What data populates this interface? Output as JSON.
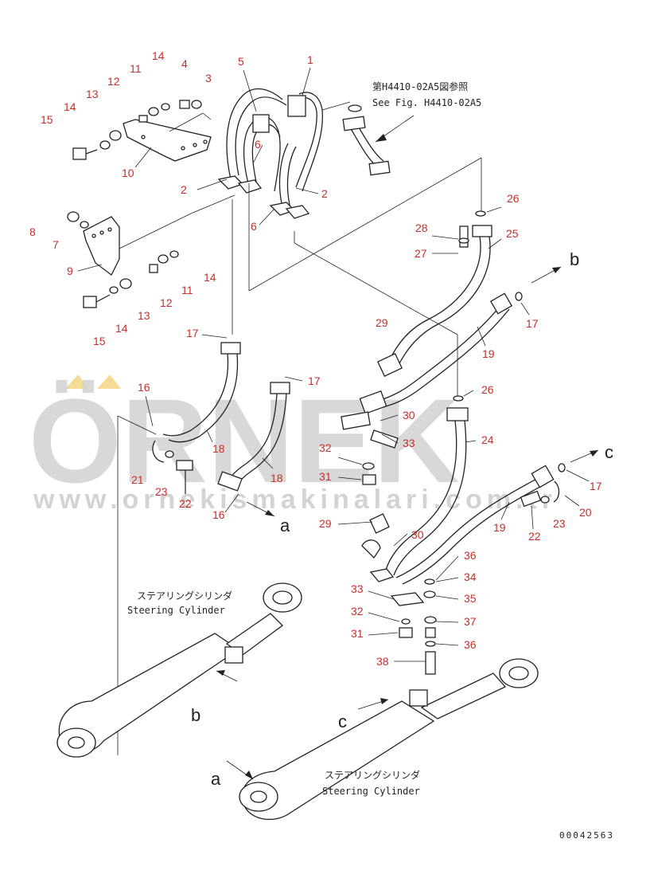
{
  "watermark": {
    "logo": "ÖRNEK",
    "url": "www.ornekismakinalari.com.tr"
  },
  "references": {
    "fig_ref_jp": "第H4410-02A5図参照",
    "fig_ref_en": "See Fig. H4410-02A5",
    "cyl1_jp": "ステアリングシリンダ",
    "cyl1_en": "Steering Cylinder",
    "cyl2_jp": "ステアリングシリンダ",
    "cyl2_en": "Steering Cylinder"
  },
  "arrow_letters": {
    "b_top": "b",
    "c_top": "c",
    "a_top": "a",
    "b_cyl": "b",
    "c_cyl": "c",
    "a_cyl": "a"
  },
  "drawing_number": "00042563",
  "part_numbers": [
    {
      "id": "n1",
      "label": "1"
    },
    {
      "id": "n5",
      "label": "5"
    },
    {
      "id": "n14a",
      "label": "14"
    },
    {
      "id": "n4",
      "label": "4"
    },
    {
      "id": "n3",
      "label": "3"
    },
    {
      "id": "n11a",
      "label": "11"
    },
    {
      "id": "n12a",
      "label": "12"
    },
    {
      "id": "n13a",
      "label": "13"
    },
    {
      "id": "n14b",
      "label": "14"
    },
    {
      "id": "n15a",
      "label": "15"
    },
    {
      "id": "n6a",
      "label": "6"
    },
    {
      "id": "n10",
      "label": "10"
    },
    {
      "id": "n2a",
      "label": "2"
    },
    {
      "id": "n2b",
      "label": "2"
    },
    {
      "id": "n6b",
      "label": "6"
    },
    {
      "id": "n8",
      "label": "8"
    },
    {
      "id": "n7",
      "label": "7"
    },
    {
      "id": "n9",
      "label": "9"
    },
    {
      "id": "n12b",
      "label": "12"
    },
    {
      "id": "n11b",
      "label": "11"
    },
    {
      "id": "n14c",
      "label": "14"
    },
    {
      "id": "n14d",
      "label": "14"
    },
    {
      "id": "n13b",
      "label": "13"
    },
    {
      "id": "n15b",
      "label": "15"
    },
    {
      "id": "n26a",
      "label": "26"
    },
    {
      "id": "n28",
      "label": "28"
    },
    {
      "id": "n25",
      "label": "25"
    },
    {
      "id": "n27",
      "label": "27"
    },
    {
      "id": "n17a",
      "label": "17"
    },
    {
      "id": "n29a",
      "label": "29"
    },
    {
      "id": "n17b",
      "label": "17"
    },
    {
      "id": "n19a",
      "label": "19"
    },
    {
      "id": "n17c",
      "label": "17"
    },
    {
      "id": "n16a",
      "label": "16"
    },
    {
      "id": "n18a",
      "label": "18"
    },
    {
      "id": "n26b",
      "label": "26"
    },
    {
      "id": "n30a",
      "label": "30"
    },
    {
      "id": "n33a",
      "label": "33"
    },
    {
      "id": "n24",
      "label": "24"
    },
    {
      "id": "n32a",
      "label": "32"
    },
    {
      "id": "n21",
      "label": "21"
    },
    {
      "id": "n23a",
      "label": "23"
    },
    {
      "id": "n22a",
      "label": "22"
    },
    {
      "id": "n18b",
      "label": "18"
    },
    {
      "id": "n31a",
      "label": "31"
    },
    {
      "id": "n16b",
      "label": "16"
    },
    {
      "id": "n17d",
      "label": "17"
    },
    {
      "id": "n20",
      "label": "20"
    },
    {
      "id": "n29b",
      "label": "29"
    },
    {
      "id": "n30b",
      "label": "30"
    },
    {
      "id": "n19b",
      "label": "19"
    },
    {
      "id": "n22b",
      "label": "22"
    },
    {
      "id": "n23b",
      "label": "23"
    },
    {
      "id": "n36a",
      "label": "36"
    },
    {
      "id": "n34",
      "label": "34"
    },
    {
      "id": "n33b",
      "label": "33"
    },
    {
      "id": "n35",
      "label": "35"
    },
    {
      "id": "n32b",
      "label": "32"
    },
    {
      "id": "n37",
      "label": "37"
    },
    {
      "id": "n31b",
      "label": "31"
    },
    {
      "id": "n36b",
      "label": "36"
    },
    {
      "id": "n38",
      "label": "38"
    }
  ],
  "colors": {
    "callout": "#c4302b",
    "linework": "#222222",
    "watermark": "#d2d2d2"
  }
}
